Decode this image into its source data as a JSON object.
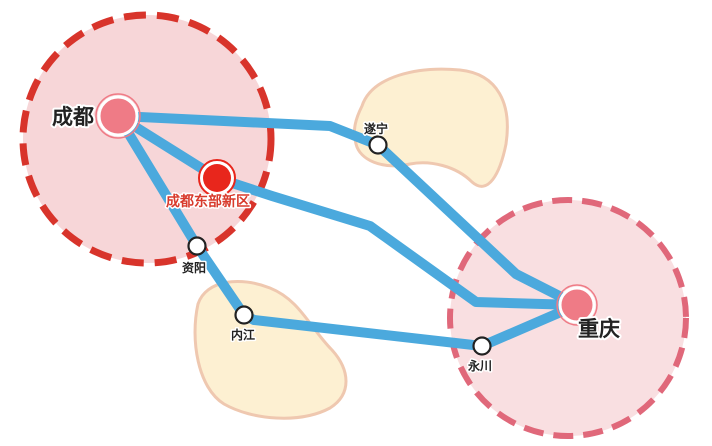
{
  "colors": {
    "route": "#4ba9dd",
    "chengdu_circle_fill": "#f7d6d8",
    "chengdu_circle_stroke": "#d8342b",
    "chongqing_circle_fill": "#f9dfe1",
    "chongqing_circle_stroke": "#e0687a",
    "blob_fill": "#fdf0d2",
    "blob_stroke": "#efc8b0",
    "hub_fill": "#ef7b86",
    "new_district_fill": "#e8261c",
    "small_node_fill": "#ffffff",
    "small_node_stroke": "#222222"
  },
  "cities": {
    "chengdu": "成都",
    "chengdu_east": "成都东部新区",
    "suining": "遂宁",
    "ziyang": "资阳",
    "neijiang": "内江",
    "yongchuan": "永川",
    "chongqing": "重庆"
  },
  "nodes": [
    {
      "id": "chengdu",
      "kind": "hub",
      "color_key": "hub_fill"
    },
    {
      "id": "chengdu_east",
      "kind": "new-district",
      "color_key": "new_district_fill"
    },
    {
      "id": "suining",
      "kind": "station"
    },
    {
      "id": "ziyang",
      "kind": "station"
    },
    {
      "id": "neijiang",
      "kind": "station"
    },
    {
      "id": "yongchuan",
      "kind": "station"
    },
    {
      "id": "chongqing",
      "kind": "hub",
      "color_key": "hub_fill"
    }
  ],
  "routes": [
    {
      "id": "chengdu-suining-chongqing",
      "stops": [
        "chengdu",
        "suining",
        "chongqing"
      ]
    },
    {
      "id": "chengdu-east-chongqing",
      "stops": [
        "chengdu",
        "chengdu_east",
        "chongqing"
      ]
    },
    {
      "id": "chengdu-ziyang-neijiang-yongchuan-chongqing",
      "stops": [
        "chengdu",
        "ziyang",
        "neijiang",
        "yongchuan",
        "chongqing"
      ]
    }
  ]
}
